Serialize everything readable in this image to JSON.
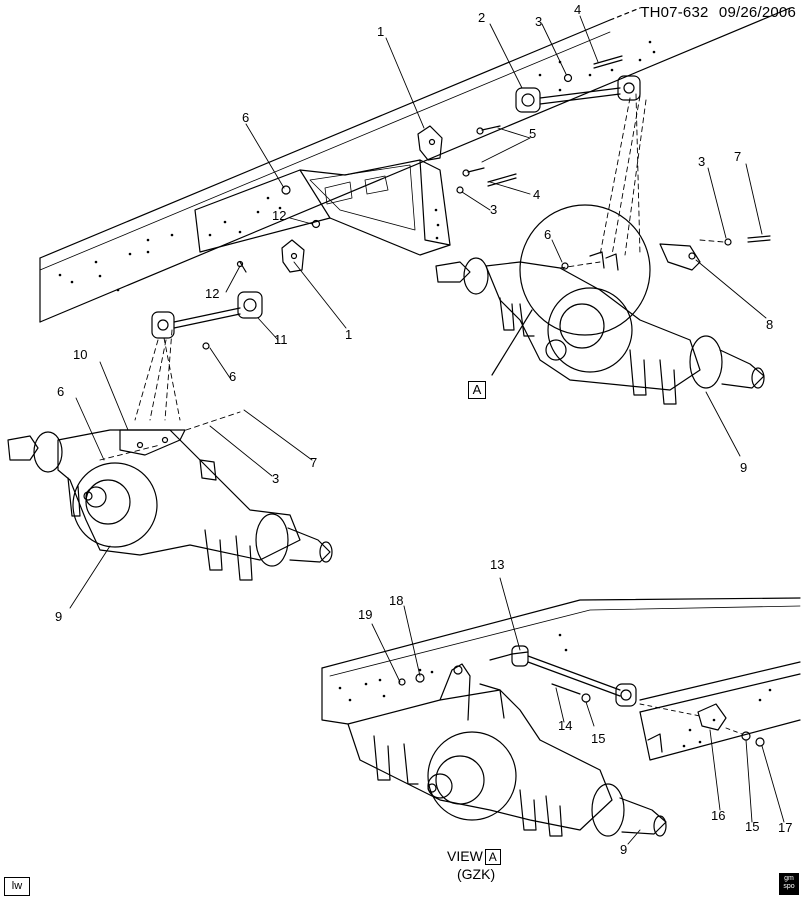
{
  "header": {
    "code": "TH07-632",
    "date": "09/26/2006"
  },
  "callouts": {
    "c1a": "1",
    "c2": "2",
    "c3a": "3",
    "c4a": "4",
    "c5": "5",
    "c6a": "6",
    "c12a": "12",
    "c4b": "4",
    "c3b": "3",
    "c3c": "3",
    "c7a": "7",
    "c6b": "6",
    "c8": "8",
    "c12b": "12",
    "c1b": "1",
    "c11": "11",
    "c10": "10",
    "c6c": "6",
    "c6d": "6",
    "c7b": "7",
    "c3d": "3",
    "c9a": "9",
    "c9b": "9",
    "c13": "13",
    "c19": "19",
    "c18": "18",
    "c14": "14",
    "c15a": "15",
    "c16": "16",
    "c15b": "15",
    "c17": "17",
    "c9c": "9"
  },
  "view_ref": {
    "letter": "A",
    "view_label": "VIEW",
    "view_letter": "A",
    "option_code": "(GZK)"
  },
  "corner_badge": "lw",
  "logo_text": "gm spo"
}
